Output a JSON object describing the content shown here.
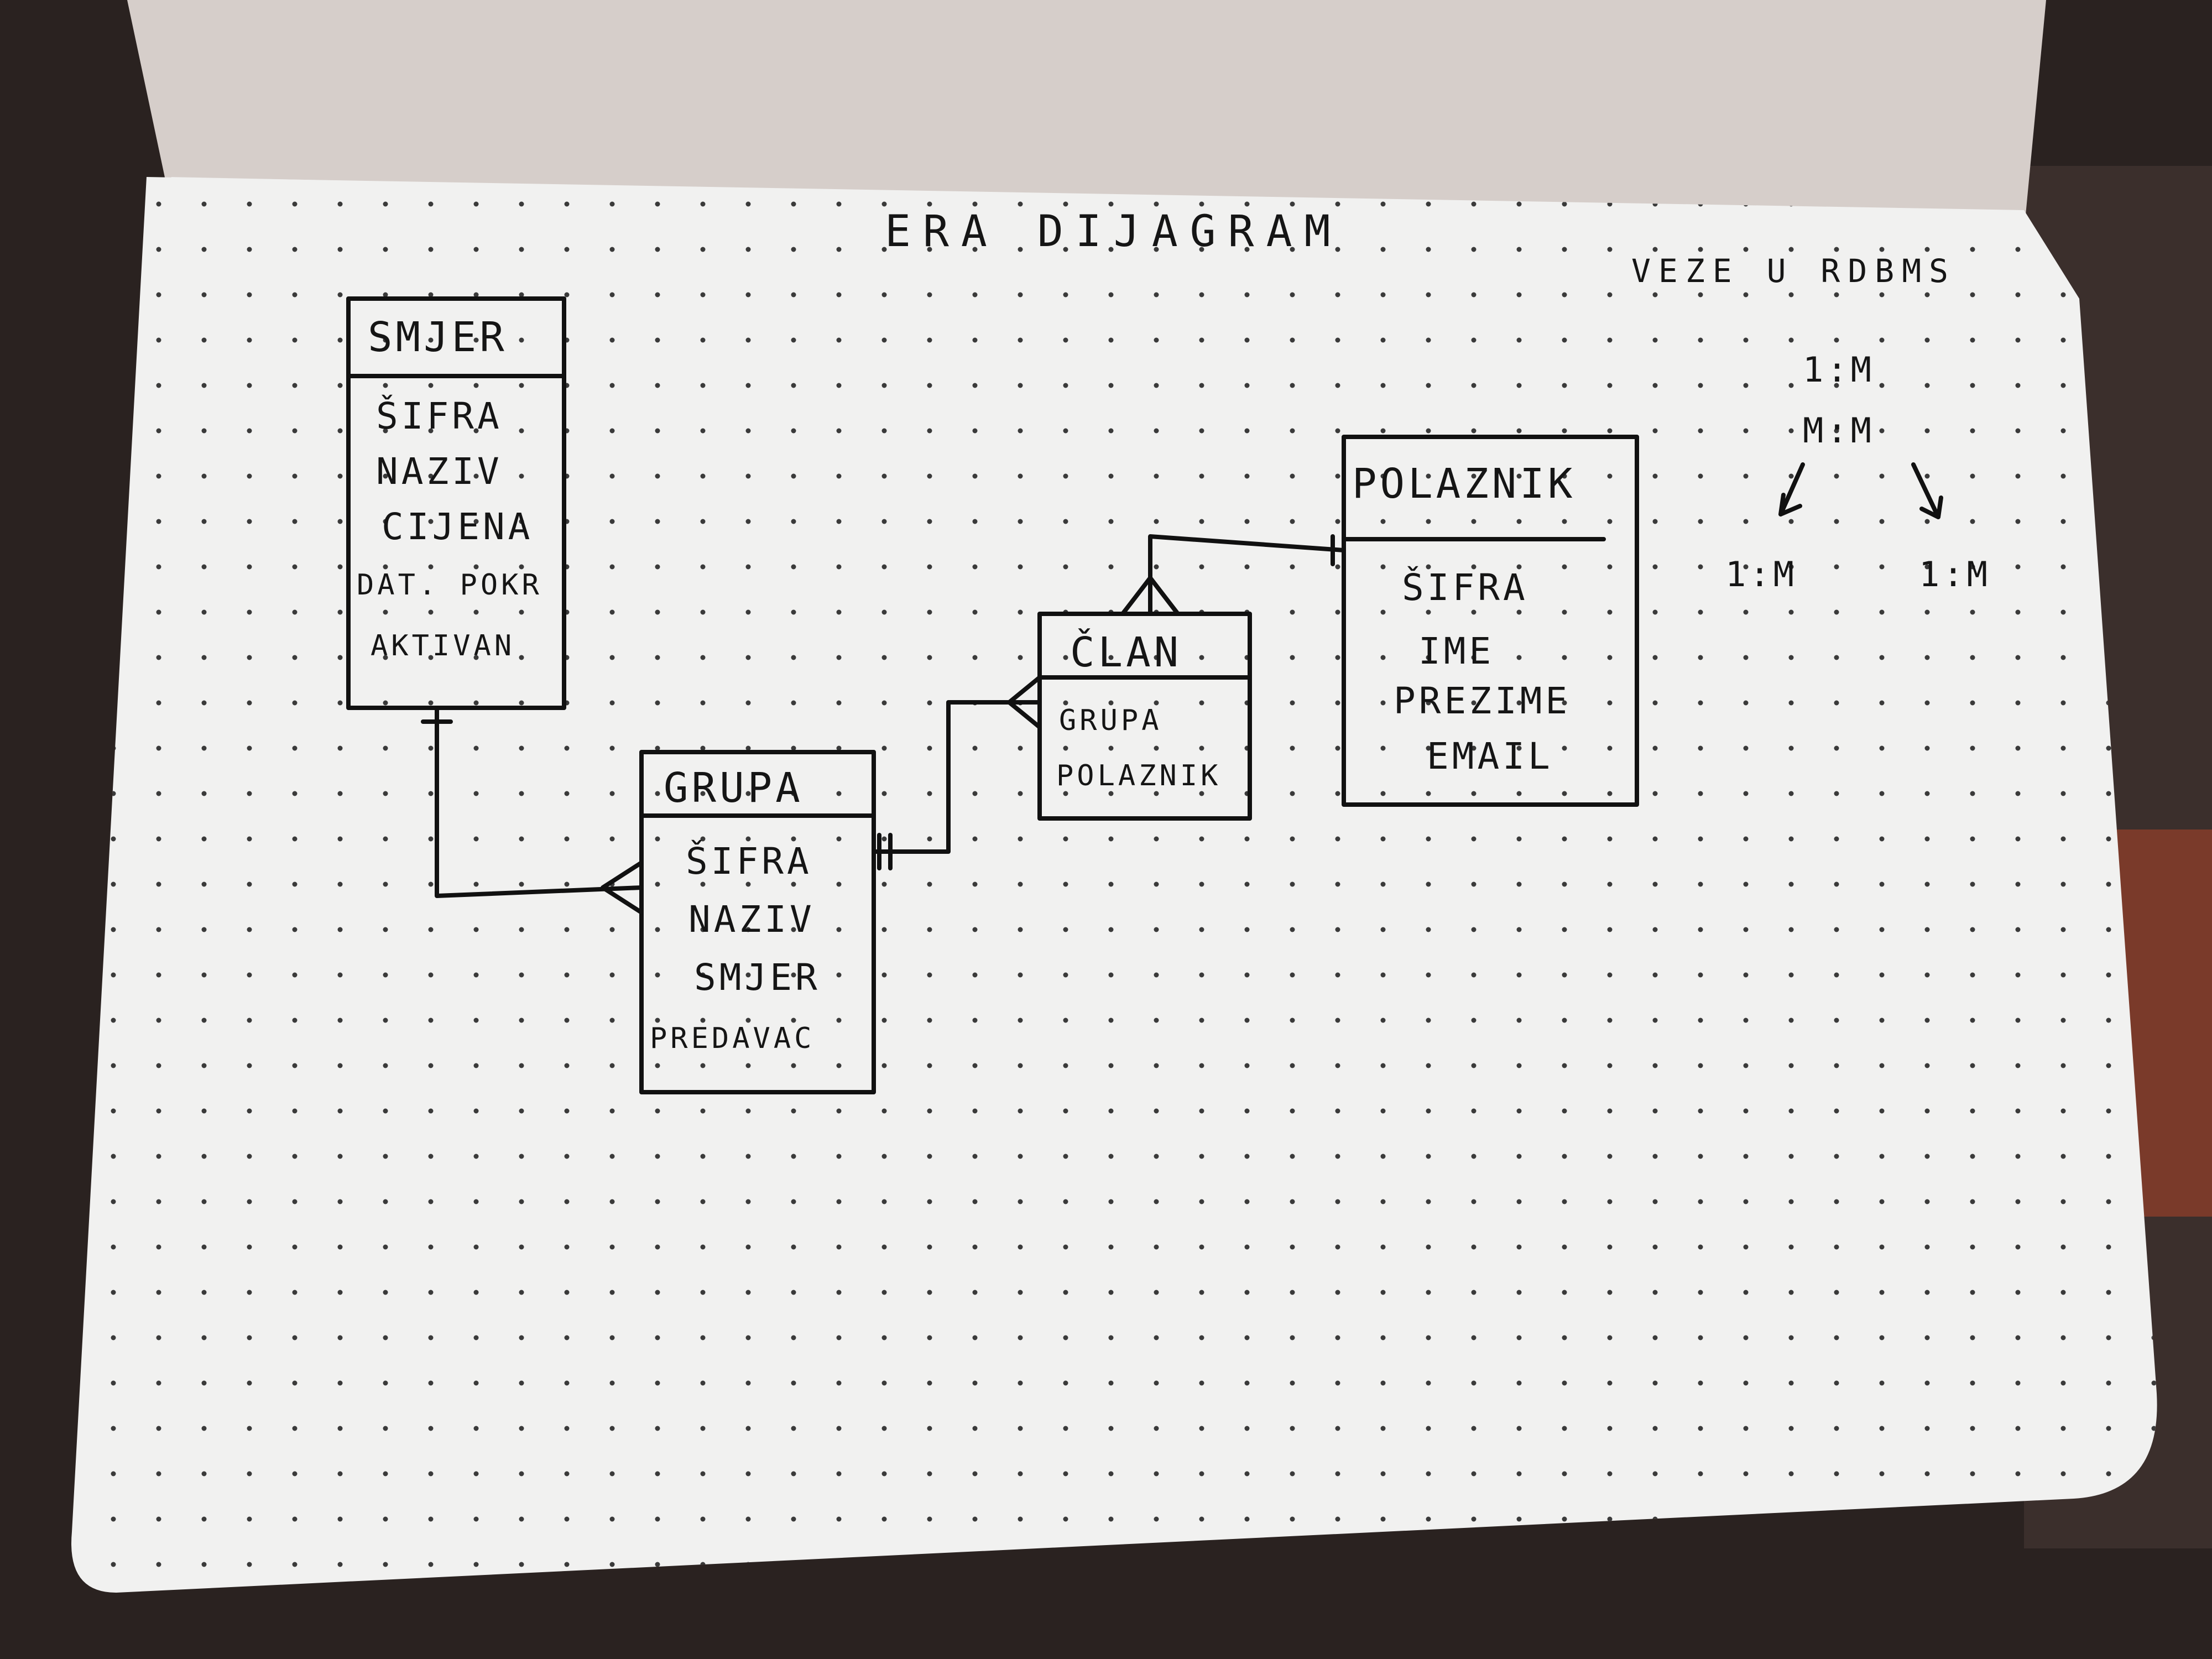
{
  "title": "ERA DIJAGRAM",
  "side_note": {
    "heading": "VEZE U RDBMS",
    "relation_1_m": "1:M",
    "relation_m_m": "M:M",
    "split_left": "1:M",
    "split_right": "1:M"
  },
  "entities": {
    "smjer": {
      "name": "SMJER",
      "attributes": [
        "ŠIFRA",
        "NAZIV",
        "CIJENA",
        "DAT. POKR",
        "AKTIVAN"
      ]
    },
    "grupa": {
      "name": "GRUPA",
      "attributes": [
        "ŠIFRA",
        "NAZIV",
        "SMJER",
        "PREDAVAC"
      ]
    },
    "clan": {
      "name": "ČLAN",
      "attributes": [
        "GRUPA",
        "POLAZNIK"
      ]
    },
    "polaznik": {
      "name": "POLAZNIK",
      "attributes": [
        "ŠIFRA",
        "IME",
        "PREZIME",
        "EMAIL"
      ]
    }
  },
  "relationships": [
    {
      "from": "SMJER",
      "to": "GRUPA",
      "cardinality": "1:M"
    },
    {
      "from": "GRUPA",
      "to": "ČLAN",
      "cardinality": "1:M"
    },
    {
      "from": "POLAZNIK",
      "to": "ČLAN",
      "cardinality": "1:M"
    }
  ],
  "colors": {
    "paper": "#f1f1f0",
    "ink": "#111111",
    "paper_top": "#d9d2cd",
    "background": "#2a2220"
  }
}
